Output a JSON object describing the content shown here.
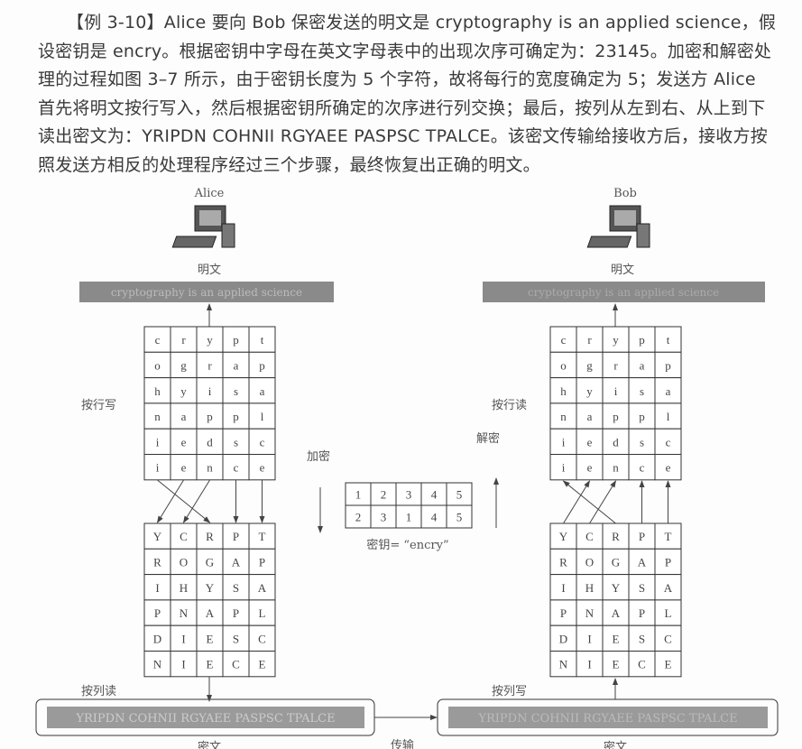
{
  "paragraph": "【例 3-10】Alice 要向 Bob 保密发送的明文是 cryptography is an applied science，假设密钥是 encry。根据密钥中字母在英文字母表中的出现次序可确定为：23145。加密和解密处理的过程如图 3–7 所示，由于密钥长度为 5 个字符，故将每行的宽度确定为 5；发送方 Alice 首先将明文按行写入，然后根据密钥所确定的次序进行列交换；最后，按列从左到右、从上到下读出密文为：YRIPDN COHNII RGYAEE PASPSC TPALCE。该密文传输给接收方后，接收方按照发送方相反的处理程序经过三个步骤，最终恢复出正确的明文。",
  "diagram": {
    "sender": "Alice",
    "receiver": "Bob",
    "plaintext_label": "明文",
    "plaintext": "cryptography  is  an  applied  science",
    "ciphertext_label": "密文",
    "ciphertext": "YRIPDN   COHNII   RGYAEE   PASPSC   TPALCE",
    "write_rows": "按行写",
    "read_rows": "按行读",
    "read_cols": "按列读",
    "write_cols": "按列写",
    "encrypt": "加密",
    "decrypt": "解密",
    "transmit": "传输",
    "key_label": "密钥= “encry”",
    "key_table": [
      [
        "1",
        "2",
        "3",
        "4",
        "5"
      ],
      [
        "2",
        "3",
        "1",
        "4",
        "5"
      ]
    ],
    "plain_grid": [
      [
        "c",
        "r",
        "y",
        "p",
        "t"
      ],
      [
        "o",
        "g",
        "r",
        "a",
        "p"
      ],
      [
        "h",
        "y",
        "i",
        "s",
        "a"
      ],
      [
        "n",
        "a",
        "p",
        "p",
        "l"
      ],
      [
        "i",
        "e",
        "d",
        "s",
        "c"
      ],
      [
        "i",
        "e",
        "n",
        "c",
        "e"
      ]
    ],
    "cipher_grid": [
      [
        "Y",
        "C",
        "R",
        "P",
        "T"
      ],
      [
        "R",
        "O",
        "G",
        "A",
        "P"
      ],
      [
        "I",
        "H",
        "Y",
        "S",
        "A"
      ],
      [
        "P",
        "N",
        "A",
        "P",
        "L"
      ],
      [
        "D",
        "I",
        "E",
        "S",
        "C"
      ],
      [
        "N",
        "I",
        "E",
        "C",
        "E"
      ]
    ]
  }
}
